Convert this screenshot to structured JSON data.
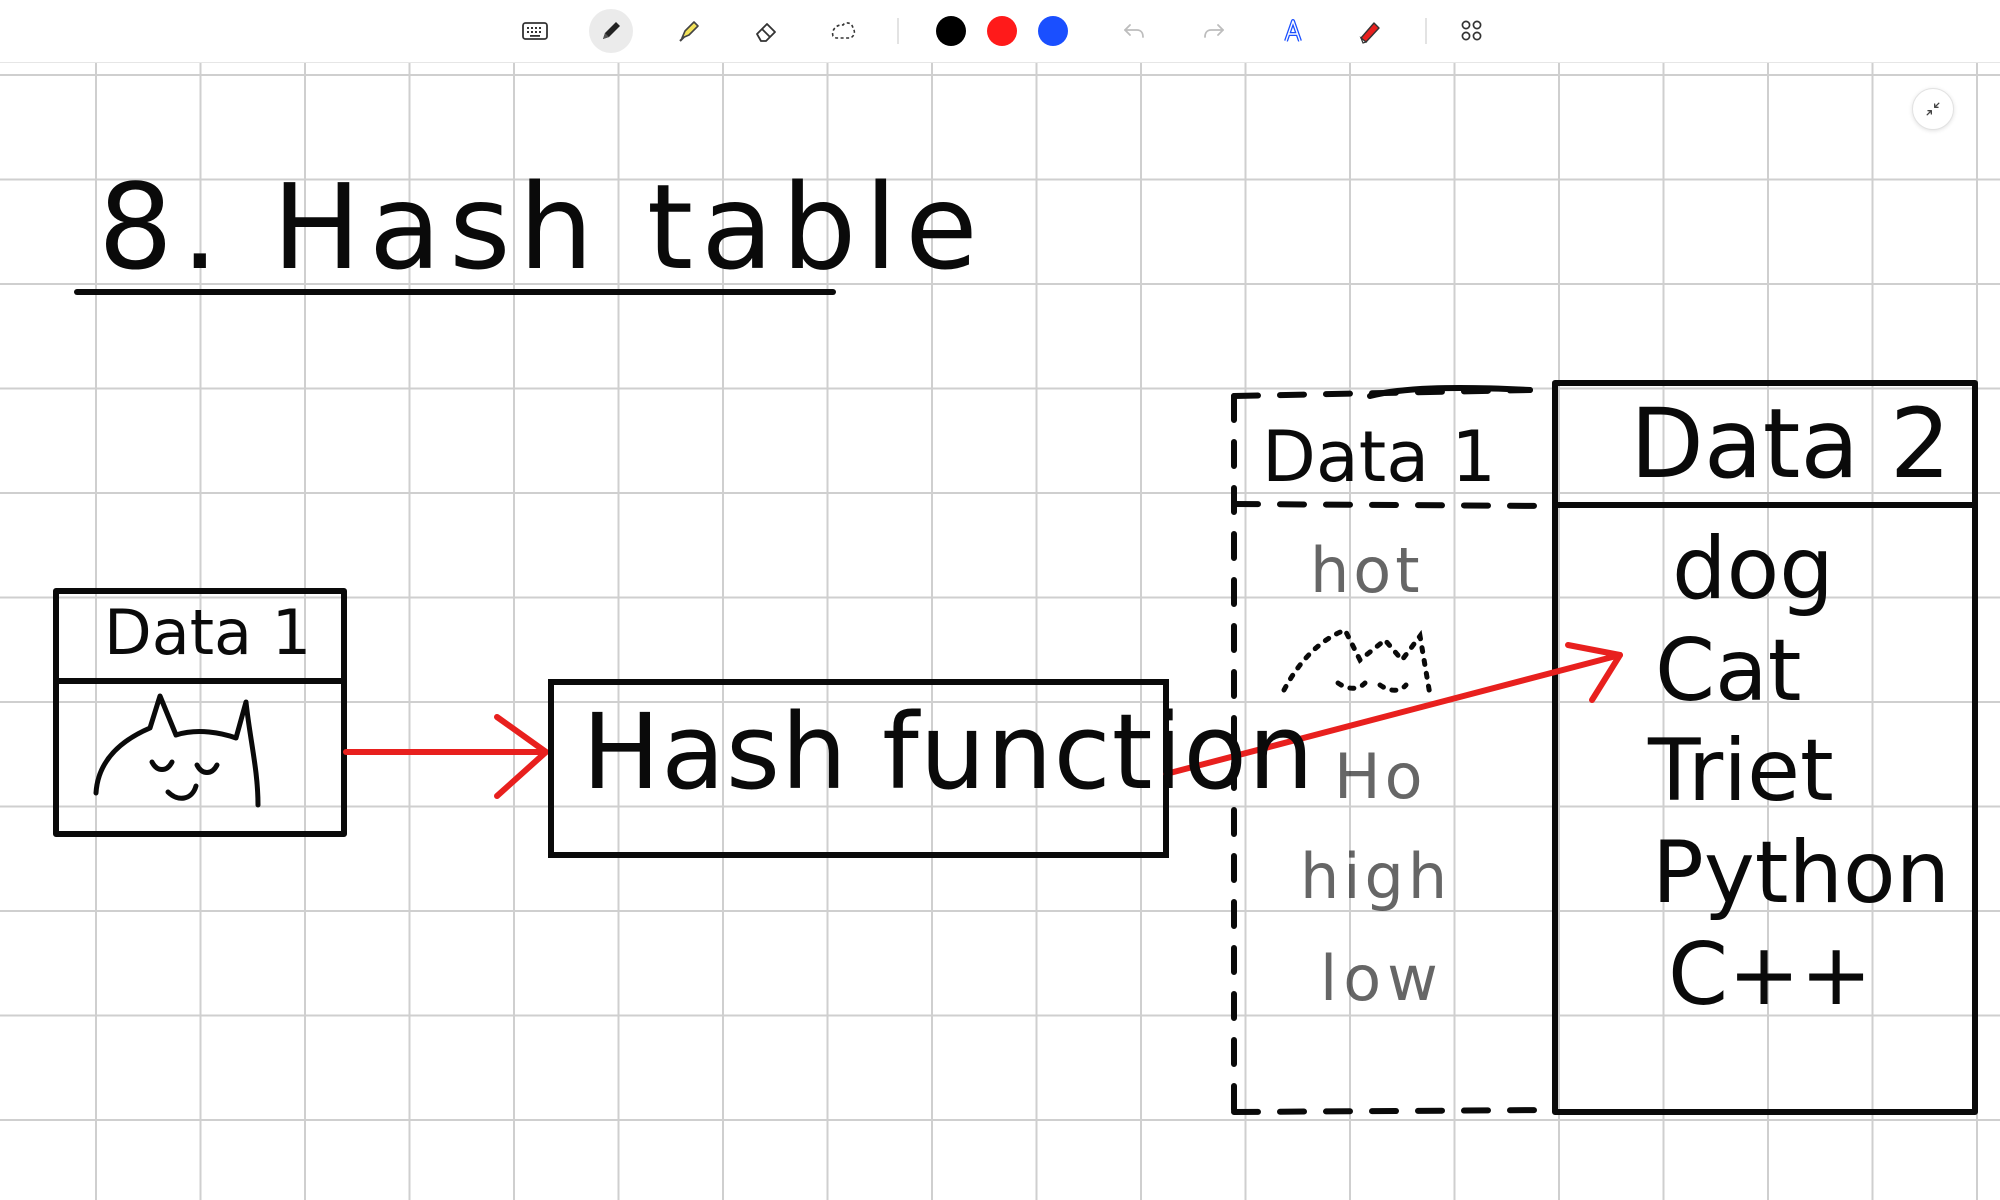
{
  "toolbar": {
    "tools": [
      {
        "name": "keyboard-icon"
      },
      {
        "name": "pen-icon",
        "active": true
      },
      {
        "name": "highlighter-icon"
      },
      {
        "name": "eraser-icon"
      },
      {
        "name": "lasso-icon"
      }
    ],
    "colors": [
      "#000000",
      "#ff1a1a",
      "#1a4fff"
    ],
    "undo_icon": "undo-icon",
    "redo_icon": "redo-icon",
    "extras": [
      "text-recognition-icon",
      "ruler-icon",
      "more-tools-icon"
    ]
  },
  "canvas": {
    "title": "8. Hash table",
    "input_table": {
      "header": "Data 1"
    },
    "hash_function": {
      "label": "Hash function"
    },
    "dashed_table": {
      "header": "Data 1",
      "items": [
        "hot",
        "Ho",
        "high",
        "low"
      ]
    },
    "output_table": {
      "header": "Data 2",
      "items": [
        "dog",
        "Cat",
        "Triet",
        "Python",
        "C++"
      ]
    },
    "ink_colors": {
      "black": "#0a0a0a",
      "red": "#e8201e"
    }
  }
}
